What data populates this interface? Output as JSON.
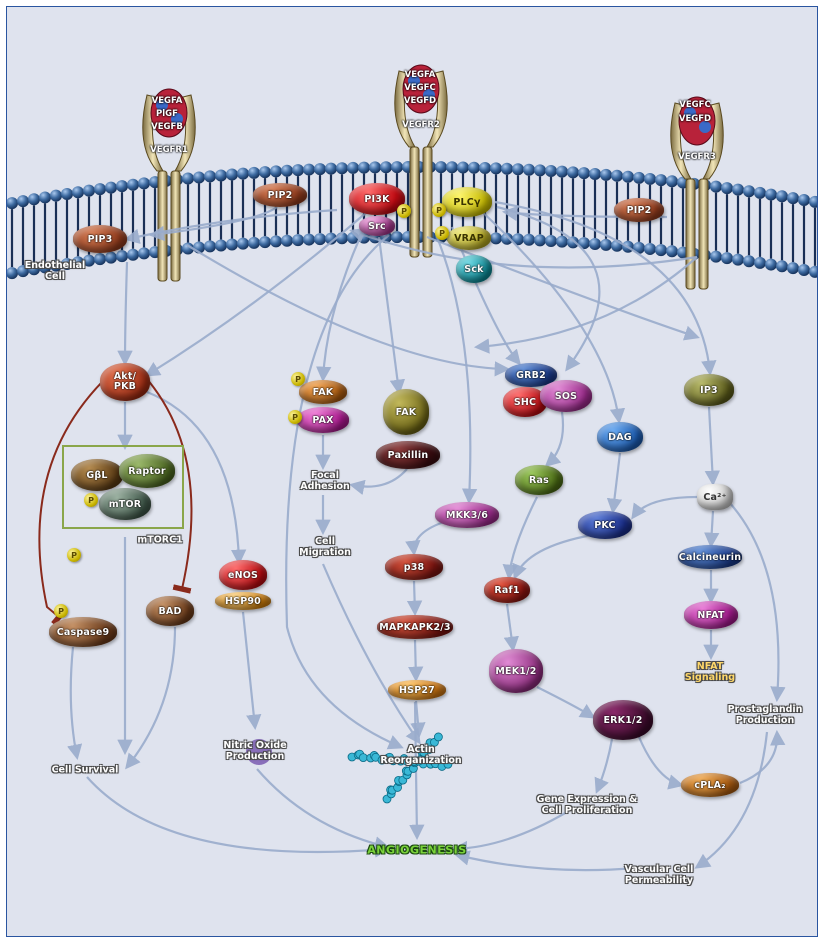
{
  "diagram": {
    "receptor_ligands": {
      "r1": [
        "VEGFA",
        "PlGF",
        "VEGFB"
      ],
      "r2": [
        "VEGFA",
        "VEGFC",
        "VEGFD"
      ],
      "r3": [
        "VEGFC",
        "VEGFD"
      ]
    },
    "receptors": [
      "VEGFR1",
      "VEGFR2",
      "VEGFR3"
    ],
    "nodes": {
      "pip2_left": "PIP2",
      "pip3": "PIP3",
      "pi3k": "PI3K",
      "src": "Src",
      "plcg": "PLCγ",
      "vrap": "VRAP",
      "sck": "Sck",
      "pip2_right": "PIP2",
      "akt": "Akt/\nPKB",
      "gbl": "GβL",
      "raptor": "Raptor",
      "mtor": "mTOR",
      "caspase9": "Caspase9",
      "bad": "BAD",
      "enos": "eNOS",
      "hsp90": "HSP90",
      "fak": "FAK",
      "pax": "PAX",
      "fak2": "FAK",
      "paxillin": "Paxillin",
      "mkk": "MKK3/6",
      "p38": "p38",
      "mapkapk": "MAPKAPK2/3",
      "hsp27": "HSP27",
      "grb2": "GRB2",
      "shc": "SHC",
      "sos": "SOS",
      "ras": "Ras",
      "dag": "DAG",
      "pkc": "PKC",
      "raf": "Raf1",
      "mek": "MEK1/2",
      "erk": "ERK1/2",
      "cpla2": "cPLA₂",
      "ip3": "IP3",
      "ca": "Ca²⁺",
      "calcineurin": "Calcineurin",
      "nfat": "NFAT"
    },
    "labels": {
      "endothelial": "Endothelial\nCell",
      "mtorc1": "mTORC1",
      "focal": "Focal\nAdhesion",
      "cell_migration": "Cell\nMigration",
      "cell_survival": "Cell Survival",
      "no_production": "Nitric Oxide\nProduction",
      "actin": "Actin\nReorganization",
      "gene_expression": "Gene Expression &\nCell Proliferation",
      "nfat_signaling": "NFAT\nSignaling",
      "prostaglandin": "Prostaglandin\nProduction",
      "vascular": "Vascular Cell\nPermeability",
      "angiogenesis": "ANGIOGENESIS"
    },
    "phospho_symbol": "P",
    "colors": {
      "background": "#dfe3ee",
      "arrow": "#9aaccc",
      "inhibition": "#8a2a1c",
      "membrane_bead": "#3d6aa0",
      "mtorc_box": "#8aa64a",
      "angiogenesis_text": "#7ad23a"
    }
  }
}
